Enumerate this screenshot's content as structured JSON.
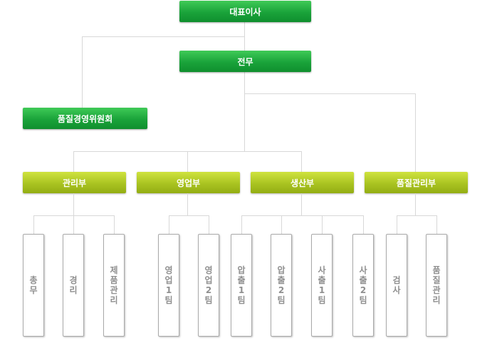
{
  "ceo": "대표이사",
  "managing_director": "전무",
  "committee": "품질경영위원회",
  "departments": [
    {
      "name": "관리부",
      "teams": [
        "총무",
        "경리",
        "제품관리"
      ]
    },
    {
      "name": "영업부",
      "teams": [
        "영업1팀",
        "영업2팀"
      ]
    },
    {
      "name": "생산부",
      "teams": [
        "압출1팀",
        "압출2팀",
        "사출1팀",
        "사출2팀"
      ]
    },
    {
      "name": "품질관리부",
      "teams": [
        "검사",
        "품질관리"
      ]
    }
  ],
  "colors": {
    "top_box": "#1aa33a",
    "department_box": "#aac421",
    "connector": "#d8d8d8",
    "team_text": "#8f8f8f"
  }
}
